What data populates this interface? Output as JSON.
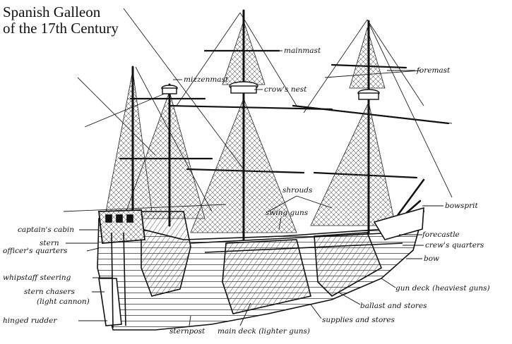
{
  "title": {
    "line1": "Spanish Galleon",
    "line2": "of the 17th Century"
  },
  "labels": {
    "mainmast": "mainmast",
    "foremast": "foremast",
    "mizzenmast": "mizzenmast",
    "crows_nest": "crow's nest",
    "shrouds": "shrouds",
    "swing_guns": "swing guns",
    "bowsprit": "bowsprit",
    "forecastle": "forecastle",
    "crews_quarters": "crew's quarters",
    "bow": "bow",
    "captains_cabin": "captain's cabin",
    "stern": "stern",
    "officers_quarters": "officer's quarters",
    "whipstaff_steering": "whipstaff steering",
    "stern_chasers": "stern chasers",
    "stern_chasers_note": "(light cannon)",
    "hinged_rudder": "hinged rudder",
    "sternpost": "sternpost",
    "main_deck": "main deck (lighter guns)",
    "supplies_and_stores": "supplies and stores",
    "ballast_and_stores": "ballast and stores",
    "gun_deck": "gun deck (heaviest guns)"
  },
  "colors": {
    "ink": "#111111",
    "paper": "#ffffff"
  }
}
